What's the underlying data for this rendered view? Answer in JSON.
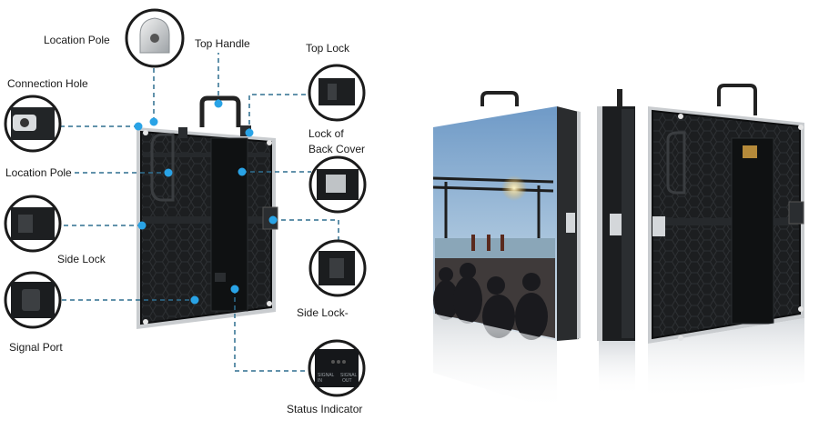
{
  "labels": {
    "location_pole_top": "Location Pole",
    "top_handle": "Top Handle",
    "top_lock": "Top Lock",
    "connection_hole": "Connection Hole",
    "lock_back_cover_line1": "Lock of",
    "lock_back_cover_line2": "Back Cover",
    "location_pole_left": "Location Pole",
    "side_lock_left": "Side Lock",
    "side_lock_right": "Side Lock-",
    "signal_port": "Signal Port",
    "status_indicator": "Status Indicator"
  },
  "status_panel_text": {
    "left": "SIGNAL",
    "left_sub": "IN",
    "right": "SIGNAL",
    "right_sub": "OUT"
  },
  "colors": {
    "callout_line": "#2f6f8f",
    "callout_dot": "#29a3e6",
    "cabinet_dark": "#161819",
    "frame_silver": "#c9cccf"
  }
}
